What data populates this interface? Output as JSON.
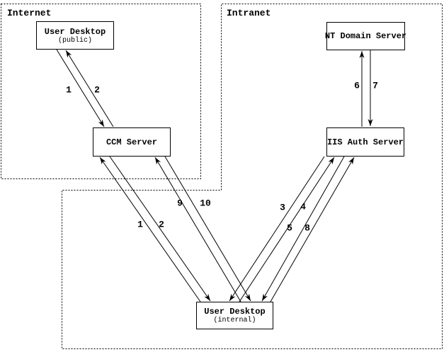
{
  "zones": {
    "internet": {
      "label": "Internet"
    },
    "intranet": {
      "label": "Intranet"
    }
  },
  "nodes": {
    "user_desktop_public": {
      "title": "User Desktop",
      "subtitle": "(public)"
    },
    "nt_domain_server": {
      "title": "NT Domain Server"
    },
    "ccm_server": {
      "title": "CCM Server"
    },
    "iis_auth_server": {
      "title": "IIS Auth Server"
    },
    "user_desktop_internal": {
      "title": "User Desktop",
      "subtitle": "(internal)"
    }
  },
  "flow_labels": {
    "public_desktop_to_ccm": "1",
    "ccm_to_public_desktop": "2",
    "internal_desktop_to_ccm": "1",
    "ccm_to_internal_desktop": "2",
    "internal_desktop_to_ccm_9": "9",
    "ccm_to_internal_desktop_10": "10",
    "desktop_to_iis_3": "3",
    "iis_to_desktop_4": "4",
    "desktop_to_iis_5": "5",
    "iis_to_desktop_8": "8",
    "iis_to_nt_domain_6": "6",
    "nt_domain_to_iis_7": "7"
  },
  "colors": {
    "line": "#000000",
    "background": "#ffffff",
    "box_border": "#000000"
  }
}
